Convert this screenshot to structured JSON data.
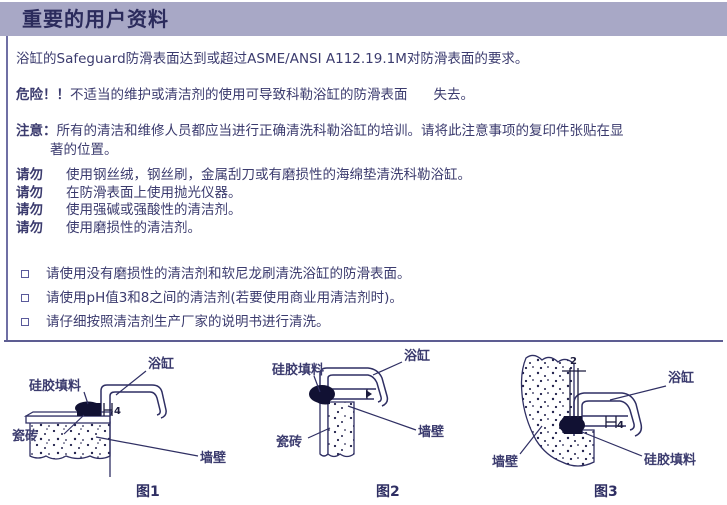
{
  "header": {
    "title": "重要的用户资料",
    "band_color": "#a8a8c6",
    "title_color": "#2b2b5c"
  },
  "body": {
    "intro": "浴缸的Safeguard防滑表面达到或超过ASME/ANSI A112.19.1M对防滑表面的要求。",
    "danger": {
      "lead": "危险！！",
      "text_before_gap": "不适当的维护或清洁剂的使用可导致科勒浴缸的防滑表面",
      "text_after_gap": "失去。"
    },
    "notice": {
      "lead": "注意：",
      "line1": "所有的清洁和维修人员都应当进行正确清洗科勒浴缸的培训。请将此注意事项的复印件张贴在显",
      "line2": "著的位置。"
    },
    "donot_rows": [
      {
        "lead": "请勿",
        "text": "使用钢丝绒，钢丝刷，金属刮刀或有磨损性的海绵垫清洗科勒浴缸。"
      },
      {
        "lead": "请勿",
        "text": "在防滑表面上使用抛光仪器。"
      },
      {
        "lead": "请勿",
        "text": "使用强碱或强酸性的清洁剂。"
      },
      {
        "lead": "请勿",
        "text": "使用磨损性的清洁剂。"
      }
    ],
    "bullets": [
      "请使用没有磨损性的清洁剂和软尼龙刷清洗浴缸的防滑表面。",
      "请使用pH值3和8之间的清洁剂(若要使用商业用清洁剂时)。",
      "请仔细按照清洁剂生产厂家的说明书进行清洗。"
    ]
  },
  "figures": [
    {
      "caption": "图1",
      "labels": {
        "silicone": "硅胶填料",
        "tub": "浴缸",
        "tile": "瓷砖",
        "wall": "墙壁"
      },
      "dimensions": {
        "d1": "4"
      }
    },
    {
      "caption": "图2",
      "labels": {
        "silicone": "硅胶填料",
        "tub": "浴缸",
        "tile": "瓷砖",
        "wall": "墙壁"
      },
      "dimensions": {}
    },
    {
      "caption": "图3",
      "labels": {
        "silicone": "硅胶填料",
        "tub": "浴缸",
        "wall": "墙壁"
      },
      "dimensions": {
        "d1": "2",
        "d2": "4"
      }
    }
  ],
  "colors": {
    "ink": "#3b3b6e",
    "line": "#2f2f63",
    "rule": "#5d5d92"
  }
}
